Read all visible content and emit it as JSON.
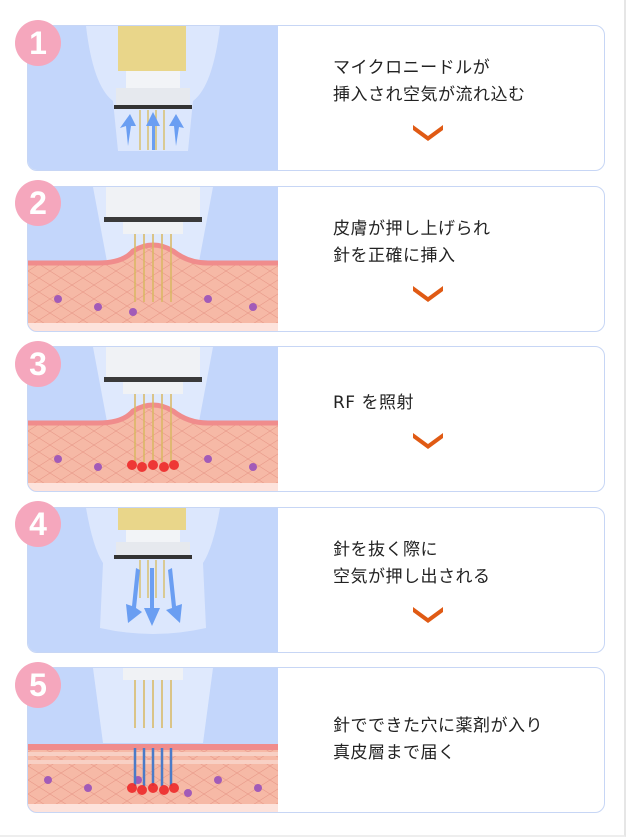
{
  "colors": {
    "badge": "#f5a7bd",
    "chevron": "#e05a14",
    "panel": "#c3d6fb",
    "border": "#c7d6f5"
  },
  "steps": [
    {
      "number": "1",
      "lines": [
        "マイクロニードルが",
        "挿入され空気が流れ込む"
      ],
      "icon": "chevron-down-icon"
    },
    {
      "number": "2",
      "lines": [
        "皮膚が押し上げられ",
        "針を正確に挿入"
      ],
      "icon": "chevron-down-icon"
    },
    {
      "number": "3",
      "lines": [
        "RF を照射"
      ],
      "icon": "chevron-down-icon"
    },
    {
      "number": "4",
      "lines": [
        "針を抜く際に",
        "空気が押し出される"
      ],
      "icon": "chevron-down-icon"
    },
    {
      "number": "5",
      "lines": [
        "針でできた穴に薬剤が入り",
        "真皮層まで届く"
      ]
    }
  ]
}
